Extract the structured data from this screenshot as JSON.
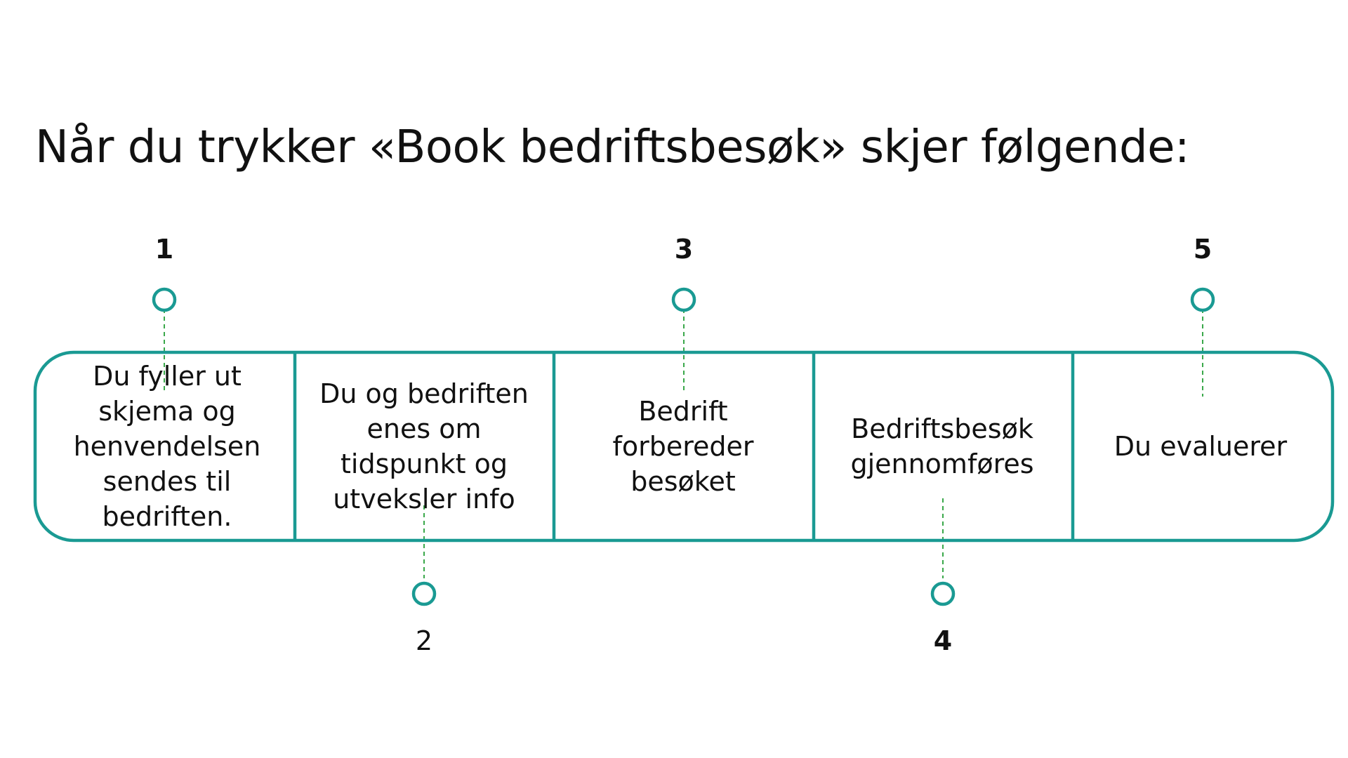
{
  "title": "Når du trykker «Book bedriftsbesøk» skjer følgende:",
  "colors": {
    "frame": "#1a9a93",
    "connector": "#3aa84a",
    "text": "#111111",
    "background": "#ffffff"
  },
  "steps": [
    {
      "number": "1",
      "text": "Du fyller ut\nskjema og\nhenvendelsen\nsendes til\nbedriften."
    },
    {
      "number": "2",
      "text": "Du og bedriften\nenes om\ntidspunkt og\nutveksler info"
    },
    {
      "number": "3",
      "text": "Bedrift\nforbereder\nbesøket"
    },
    {
      "number": "4",
      "text": "Bedriftsbesøk\ngjennomføres"
    },
    {
      "number": "5",
      "text": "Du evaluerer"
    }
  ]
}
